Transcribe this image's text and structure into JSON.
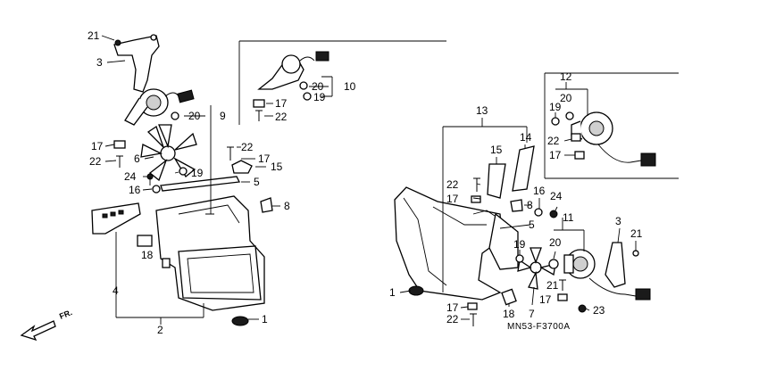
{
  "diagram": {
    "code": "MN53-F3700A",
    "direction_label": "FR.",
    "callouts_left": [
      "21",
      "3",
      "20",
      "9",
      "17",
      "22",
      "6",
      "19",
      "24",
      "16",
      "18",
      "4",
      "2",
      "1",
      "22",
      "17",
      "15",
      "5",
      "8"
    ],
    "callouts_inset_top": [
      "20",
      "10",
      "17",
      "19",
      "22"
    ],
    "callouts_right": [
      "13",
      "14",
      "15",
      "22",
      "17",
      "12",
      "20",
      "19",
      "22",
      "17",
      "16",
      "24",
      "8",
      "5",
      "11",
      "3",
      "21",
      "19",
      "20",
      "21",
      "17",
      "1",
      "17",
      "22",
      "18",
      "7",
      "23"
    ]
  }
}
